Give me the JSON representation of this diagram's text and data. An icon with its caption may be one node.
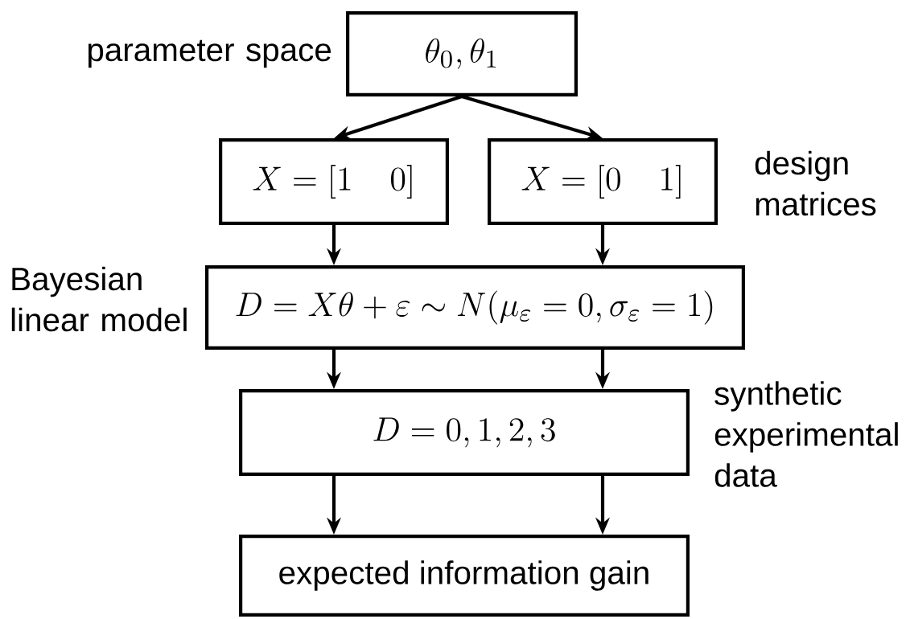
{
  "diagram": {
    "nodes": [
      {
        "text": [
          "\\theta_0, \\theta_1"
        ],
        "beside": [
          "parameter space"
        ]
      },
      {
        "text": [
          "X = [1 \\quad 0]"
        ]
      },
      {
        "text": [
          "X = [0 \\quad 1]"
        ],
        "beside": [
          "design matrices"
        ]
      },
      {
        "text": [
          "D = X\\theta + \\varepsilon \\sim N(\\mu_\\varepsilon = 0, \\sigma_\\varepsilon = 1)"
        ],
        "beside": [
          "Bayesian linear model"
        ]
      },
      {
        "text": [
          "D = 0,1,2,3"
        ],
        "beside": [
          "synthetic experimental data"
        ]
      },
      {
        "text": [
          "expected information gain"
        ]
      }
    ],
    "edges": [
      {
        "from": 0,
        "to": 1,
        "arrow": "to"
      },
      {
        "from": 0,
        "to": 2,
        "arrow": "to"
      },
      {
        "from": 1,
        "to": 3,
        "arrow": "to"
      },
      {
        "from": 2,
        "to": 3,
        "arrow": "to"
      },
      {
        "from": 3,
        "to": 4,
        "arrow": "to"
      },
      {
        "from": 3,
        "to": 4,
        "arrow": "to"
      },
      {
        "from": 4,
        "to": 5,
        "arrow": "to"
      },
      {
        "from": 4,
        "to": 5,
        "arrow": "to"
      }
    ]
  }
}
